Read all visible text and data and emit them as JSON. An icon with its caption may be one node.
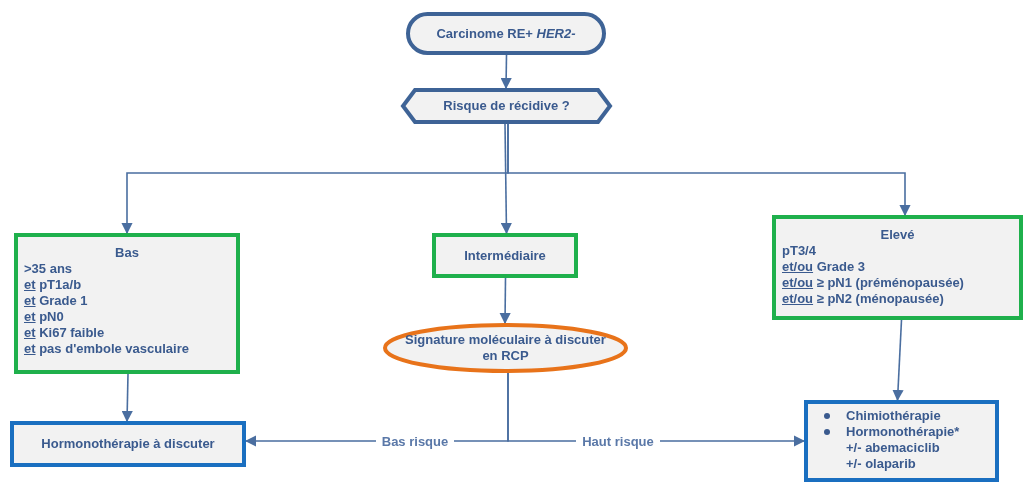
{
  "diagram": {
    "nodes": [
      {
        "text": [
          "Carcinome RE+ *HER2-*"
        ]
      },
      {
        "text": [
          "Risque de récidive ?"
        ]
      },
      {
        "text": [
          "Bas",
          ">35 ans",
          "et pT1a/b",
          "et Grade 1",
          "et pN0",
          "et Ki67 faible",
          "et pas d'embole vasculaire"
        ]
      },
      {
        "text": [
          "Intermédiaire"
        ]
      },
      {
        "text": [
          "Elevé",
          "pT3/4",
          "et/ou Grade 3",
          "et/ou ≥ pN1 (préménopausée)",
          "et/ou ≥ pN2 (ménopausée)"
        ]
      },
      {
        "text": [
          "Signature moléculaire à discuter en RCP"
        ]
      },
      {
        "text": [
          "Hormonothérapie à discuter"
        ]
      },
      {
        "text": [
          "Chimiothérapie",
          "Hormonothérapie*",
          "+/- abemaciclib",
          "+/- olaparib"
        ]
      }
    ],
    "edges": [
      {
        "from": 0,
        "to": 1,
        "arrow": "to"
      },
      {
        "from": 1,
        "to": 2,
        "arrow": "to"
      },
      {
        "from": 1,
        "to": 3,
        "arrow": "to"
      },
      {
        "from": 1,
        "to": 4,
        "arrow": "to"
      },
      {
        "from": 2,
        "to": 6,
        "arrow": "to"
      },
      {
        "from": 3,
        "to": 5,
        "arrow": "to"
      },
      {
        "from": 4,
        "to": 7,
        "arrow": "to"
      },
      {
        "from": 5,
        "to": 6,
        "label": "Bas risque",
        "arrow": "to"
      },
      {
        "from": 5,
        "to": 7,
        "label": "Haut risque",
        "arrow": "to"
      }
    ]
  }
}
